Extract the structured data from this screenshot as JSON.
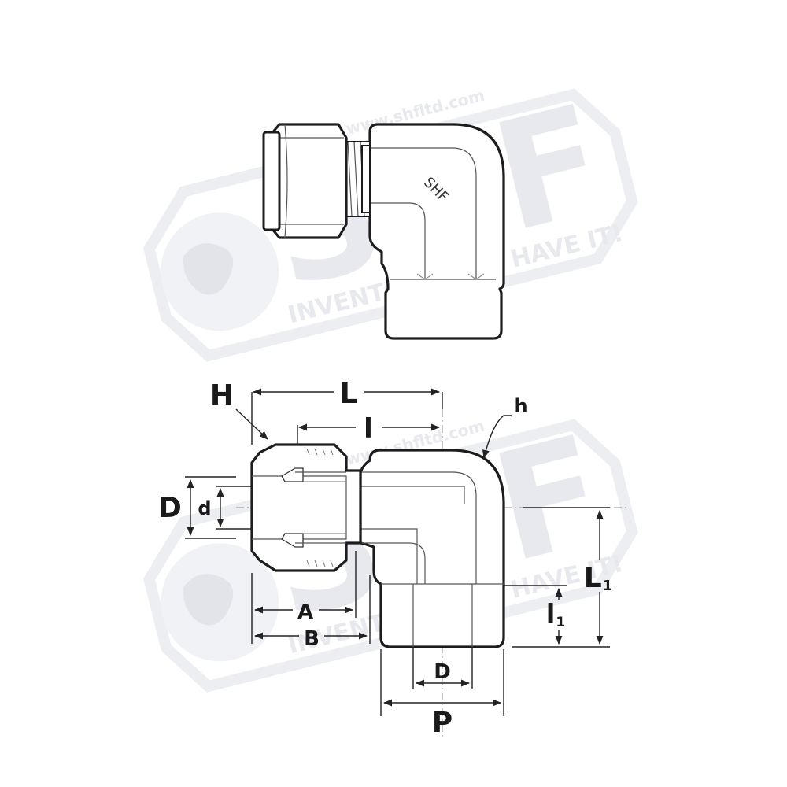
{
  "watermark": {
    "url": "www.shfltd.com",
    "brand": "SHF",
    "tagline": "INVENTORY - WE HAVE IT!"
  },
  "top_view": {
    "body_mark": "SHF"
  },
  "dimension_labels": {
    "H": "H",
    "L": "L",
    "l": "l",
    "h": "h",
    "D_left": "D",
    "d": "d",
    "L1_main": "L",
    "L1_sub": "1",
    "l1_main": "l",
    "l1_sub": "1",
    "A": "A",
    "B": "B",
    "D_bottom": "D",
    "P": "P"
  },
  "colors": {
    "outline": "#1c1c1c",
    "watermark": "#e8e9ee",
    "background": "#ffffff"
  }
}
